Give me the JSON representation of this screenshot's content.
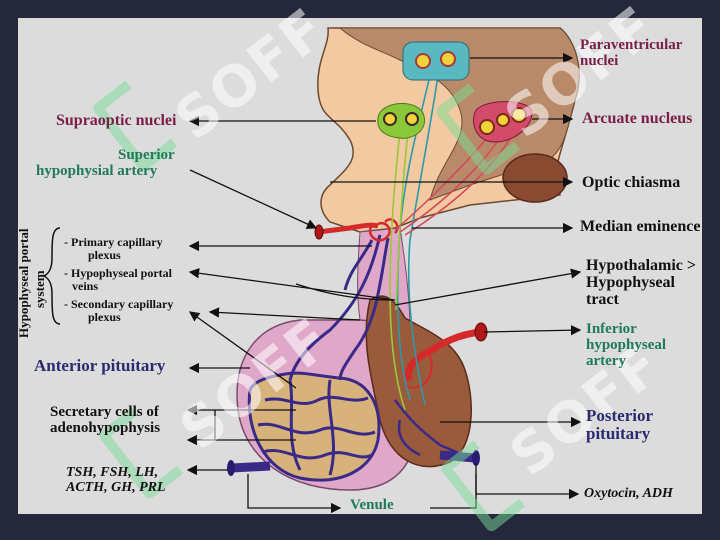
{
  "watermark": "SOFF",
  "labels": {
    "paraventricular": [
      "Paraventricular",
      "nuclei"
    ],
    "supraoptic": "Supraoptic nuclei",
    "arcuate": "Arcuate nucleus",
    "superior_artery": [
      "Superior",
      "hypophysial  artery"
    ],
    "optic_chiasma": "Optic chiasma",
    "median_eminence": "Median eminence",
    "portal_system": [
      "Hypophyseal portal",
      "system"
    ],
    "primary_capillary": [
      "- Primary capillary",
      "plexus"
    ],
    "portal_veins": [
      "- Hypophyseal portal",
      "veins"
    ],
    "secondary_capillary": [
      "- Secondary capillary",
      "plexus"
    ],
    "hypothalamic_tract": [
      "Hypothalamic >",
      "Hypophyseal",
      "tract"
    ],
    "inferior_artery": [
      "Inferior",
      "hypophyseal",
      "artery"
    ],
    "anterior_pituitary": "Anterior pituitary",
    "secretary_cells": [
      "Secretary cells of",
      "adenohypophysis"
    ],
    "posterior_pituitary": [
      "Posterior",
      "pituitary"
    ],
    "hormones_anterior": [
      "TSH, FSH, LH,",
      "ACTH, GH, PRL"
    ],
    "venule": "Venule",
    "hormones_posterior": "Oxytocin, ADH"
  },
  "colors": {
    "background": "#25283a",
    "panel": "#dcdcdc",
    "hypothalamus": "#f2c9a0",
    "posterior_lobe": "#9a5a3c",
    "anterior_lobe": "#e0a8c8",
    "vessel_blue": "#3a2a88",
    "artery_red": "#d42a2a",
    "label_maroon": "#7a2048",
    "label_navy": "#2a2a70",
    "label_green": "#1f7a5a"
  }
}
